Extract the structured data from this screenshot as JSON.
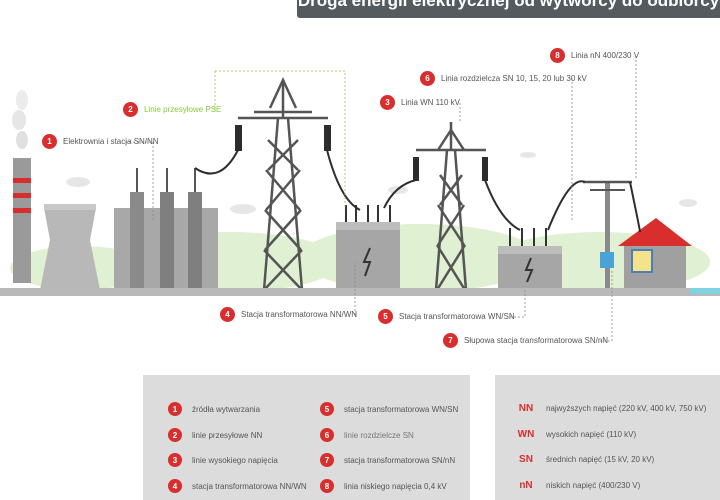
{
  "title": "Droga energii elektrycznej od wytwórcy do odbiorcy",
  "colors": {
    "accent": "#d82e2e",
    "green": "#8dc63f",
    "banner": "#555a5f",
    "panel": "#dcdcdc"
  },
  "callouts": [
    {
      "num": "1",
      "label": "Elektrownia i stacja SN/NN"
    },
    {
      "num": "2",
      "label": "Linie przesyłowe PSE"
    },
    {
      "num": "3",
      "label": "Linia WN 110 kV"
    },
    {
      "num": "4",
      "label": "Stacja transformatorowa NN/WN"
    },
    {
      "num": "5",
      "label": "Stacja transformatorowa WN/SN"
    },
    {
      "num": "6",
      "label": "Linia rozdzielcza SN 10, 15, 20 lub 30 kV"
    },
    {
      "num": "7",
      "label": "Słupowa stacja transformatorowa SN/nN"
    },
    {
      "num": "8",
      "label": "Linia nN 400/230 V"
    }
  ],
  "legend": [
    {
      "num": "1",
      "label": "źródła wytwarzania"
    },
    {
      "num": "2",
      "label": "linie przesyłowe NN"
    },
    {
      "num": "3",
      "label": "linie wysokiego napięcia"
    },
    {
      "num": "4",
      "label": "stacja transformatorowa NN/WN"
    },
    {
      "num": "5",
      "label": "stacja transformatorowa WN/SN"
    },
    {
      "num": "6",
      "label": "linie rozdzielcze SN"
    },
    {
      "num": "7",
      "label": "stacja transformatorowa SN/nN"
    },
    {
      "num": "8",
      "label": "linia niskiego napięcia 0,4 kV"
    }
  ],
  "levels": [
    {
      "code": "NN",
      "desc": "najwyższych napięć (220 kV, 400 kV, 750 kV)"
    },
    {
      "code": "WN",
      "desc": "wysokich napięć (110 kV)"
    },
    {
      "code": "SN",
      "desc": "średnich napięć (15 kV, 20 kV)"
    },
    {
      "code": "nN",
      "desc": "niskich napięć (400/230 V)"
    }
  ]
}
